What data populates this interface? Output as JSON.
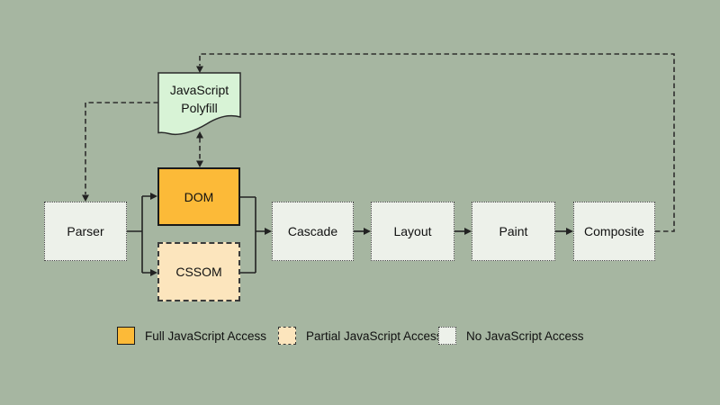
{
  "diagram": {
    "nodes": {
      "polyfill": {
        "label_line1": "JavaScript",
        "label_line2": "Polyfill",
        "shape": "document",
        "access": "polyfill"
      },
      "parser": {
        "label": "Parser",
        "access": "no-js"
      },
      "dom": {
        "label": "DOM",
        "access": "full-js"
      },
      "cssom": {
        "label": "CSSOM",
        "access": "partial-js"
      },
      "cascade": {
        "label": "Cascade",
        "access": "no-js"
      },
      "layout": {
        "label": "Layout",
        "access": "no-js"
      },
      "paint": {
        "label": "Paint",
        "access": "no-js"
      },
      "composite": {
        "label": "Composite",
        "access": "no-js"
      }
    },
    "edges": [
      {
        "from": "parser",
        "to": "dom",
        "style": "solid-arrow"
      },
      {
        "from": "parser",
        "to": "cssom",
        "style": "solid-arrow"
      },
      {
        "from": "dom",
        "to": "cascade",
        "style": "solid-arrow"
      },
      {
        "from": "cssom",
        "to": "cascade",
        "style": "solid-arrow"
      },
      {
        "from": "cascade",
        "to": "layout",
        "style": "solid-arrow"
      },
      {
        "from": "layout",
        "to": "paint",
        "style": "solid-arrow"
      },
      {
        "from": "paint",
        "to": "composite",
        "style": "solid-arrow"
      },
      {
        "from": "composite",
        "to": "polyfill",
        "style": "dashed-arrow"
      },
      {
        "from": "polyfill",
        "to": "parser",
        "style": "dashed-arrow"
      },
      {
        "from": "polyfill",
        "to": "dom",
        "style": "dashed-double-arrow"
      }
    ]
  },
  "legend": {
    "items": [
      {
        "label": "Full JavaScript Access",
        "swatch": "full-js",
        "color": "#fcba38"
      },
      {
        "label": "Partial JavaScript Access",
        "swatch": "partial-js",
        "color": "#fce5bd"
      },
      {
        "label": "No JavaScript Access",
        "swatch": "no-js",
        "color": "#edf1ea"
      }
    ]
  },
  "colors": {
    "background": "#a6b6a1",
    "node-full": "#fcba38",
    "node-partial": "#fce5bd",
    "node-none": "#edf1ea",
    "node-polyfill": "#d8f3d6",
    "line": "#222222",
    "text": "#111111"
  }
}
